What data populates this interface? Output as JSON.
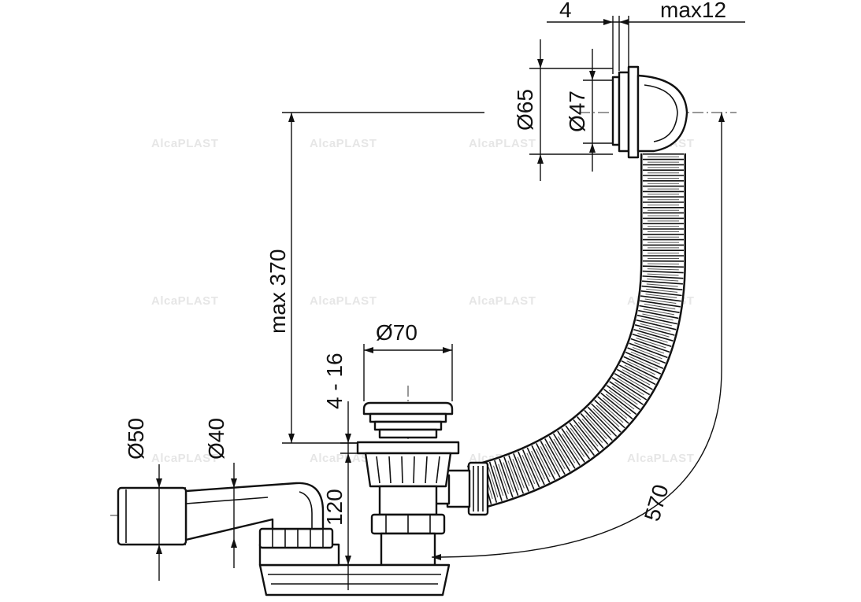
{
  "watermark": {
    "text": "AlcaPLAST"
  },
  "dimensions": {
    "flange_thickness": "4",
    "max_wall": "max12",
    "overflow_outer_diameter": "Ø65",
    "overflow_inner_diameter": "Ø47",
    "max_height": "max 370",
    "drain_diameter": "Ø70",
    "bath_thickness": "4 - 16",
    "trap_height": "120",
    "outlet_outer_diameter": "Ø50",
    "outlet_inner_diameter": "Ø40",
    "hose_length": "570"
  },
  "colors": {
    "line": "#111111",
    "watermark": "#e6e6e6",
    "background": "#ffffff"
  }
}
